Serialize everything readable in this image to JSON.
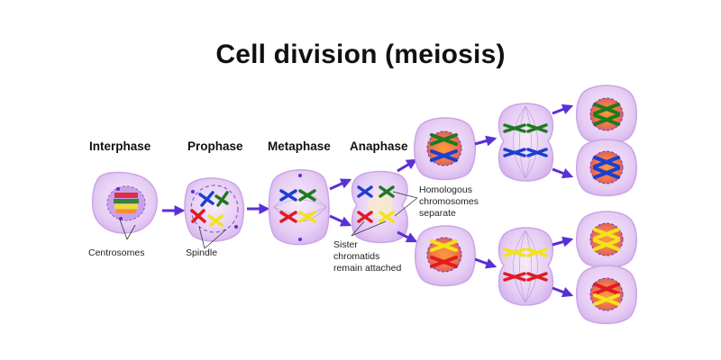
{
  "title": "Cell division (meiosis)",
  "stages": {
    "interphase": "Interphase",
    "prophase": "Prophase",
    "metaphase": "Metaphase",
    "anaphase": "Anaphase"
  },
  "annotations": {
    "centrosomes": "Centrosomes",
    "spindle": "Spindle",
    "homologous_line1": "Homologous",
    "homologous_line2": "chromosomes",
    "homologous_line3": "separate",
    "sister_line1": "Sister",
    "sister_line2": "chromatids",
    "sister_line3": "remain attached"
  },
  "colors": {
    "cell_fill": "#e3c8f2",
    "cell_stroke": "#c9a6e6",
    "nucleus": "#e67a4a",
    "arrow": "#5b2fd6",
    "chromosome_red": "#e11b22",
    "chromosome_green": "#1f7a1f",
    "chromosome_blue": "#1b3fcf",
    "chromosome_yellow": "#f3e31a"
  }
}
